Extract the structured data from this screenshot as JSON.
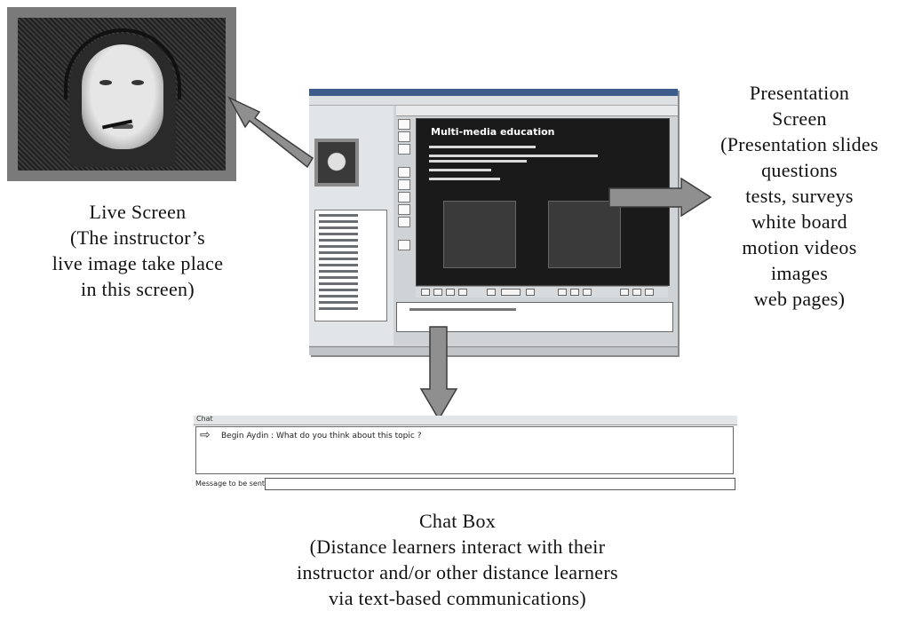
{
  "captions": {
    "live": [
      "Live Screen",
      "(The instructor’s",
      "live image take place",
      "in this screen)"
    ],
    "presentation": [
      "Presentation",
      "Screen",
      "(Presentation slides",
      "questions",
      "tests, surveys",
      "white board",
      "motion videos",
      "images",
      "web pages)"
    ],
    "chat": [
      "Chat Box",
      "(Distance learners interact with their",
      "instructor and/or other distance learners",
      "via text-based communications)"
    ]
  },
  "app_screenshot": {
    "slide_title": "Multi-media education"
  },
  "chat_box": {
    "header": "Chat",
    "message": "Begin Aydin : What do you think about this topic ?",
    "input_label": "Message to be sent",
    "input_value": ""
  },
  "colors": {
    "arrow_fill": "#8f8f8f",
    "arrow_stroke": "#3c3c3c"
  }
}
